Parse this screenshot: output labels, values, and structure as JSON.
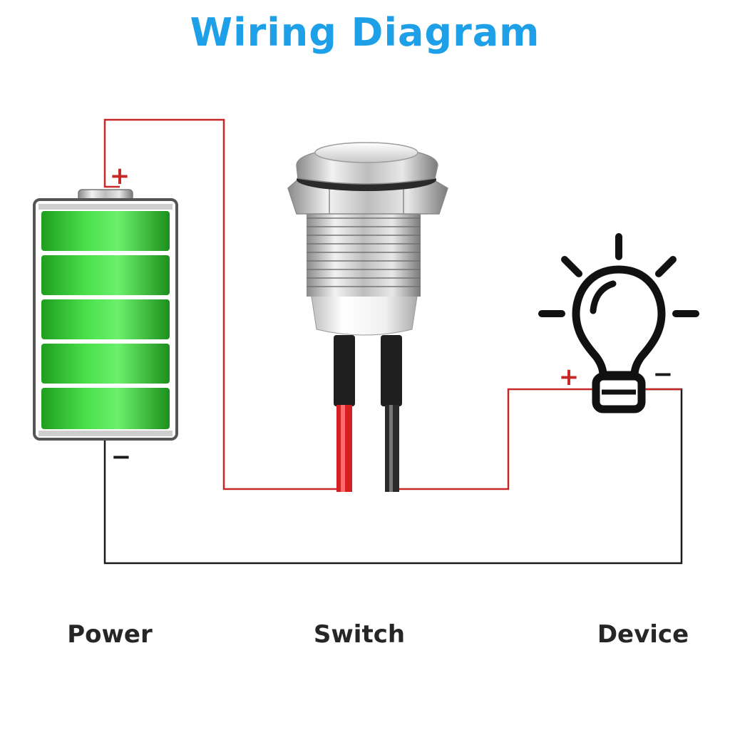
{
  "title": "Wiring Diagram",
  "components": {
    "power": {
      "label": "Power",
      "plus": "+",
      "minus": "−"
    },
    "switch": {
      "label": "Switch"
    },
    "device": {
      "label": "Device",
      "plus": "+",
      "minus": "−"
    }
  },
  "colors": {
    "title": "#1ea0e8",
    "positive_wire": "#c62828",
    "negative_wire": "#1a1a1a",
    "battery_green": "#33cc33",
    "label_text": "#262626"
  },
  "icons": {
    "battery": "battery-icon",
    "switch": "push-button-switch-icon",
    "device": "light-bulb-icon"
  }
}
